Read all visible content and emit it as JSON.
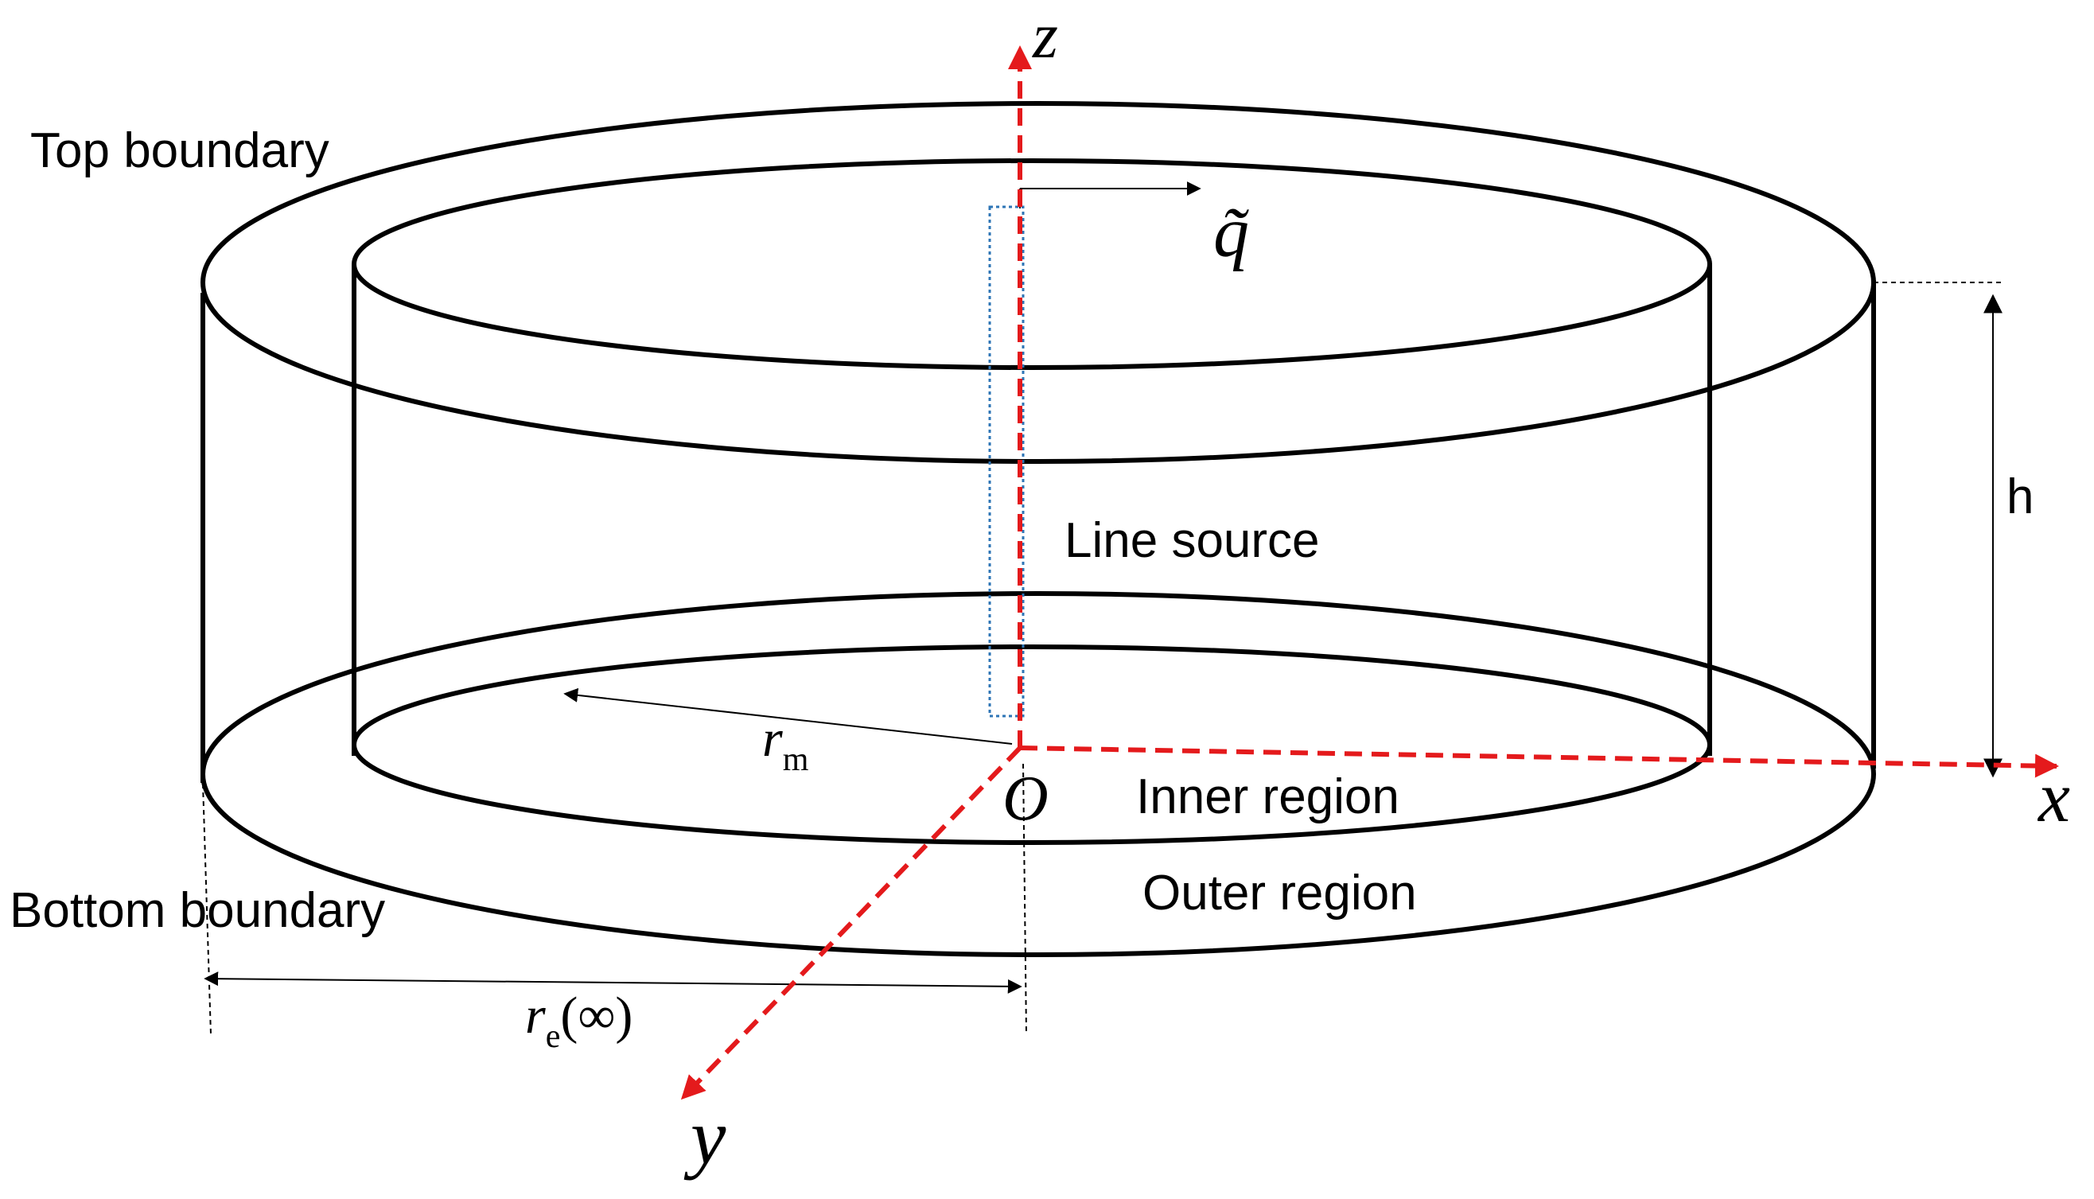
{
  "labels": {
    "top_boundary": "Top boundary",
    "bottom_boundary": "Bottom boundary",
    "line_source": "Line source",
    "inner_region": "Inner region",
    "outer_region": "Outer region",
    "height": "h",
    "axis_x": "x",
    "axis_y": "y",
    "axis_z": "z",
    "origin": "O",
    "flux": "q̃",
    "r_m_main": "r",
    "r_m_sub": "m",
    "r_e_main": "r",
    "r_e_sub": "e",
    "r_e_suffix": "(∞)"
  },
  "colors": {
    "axis": "#e41a1c",
    "line_source": "#2e75b6",
    "outline": "#000000"
  }
}
